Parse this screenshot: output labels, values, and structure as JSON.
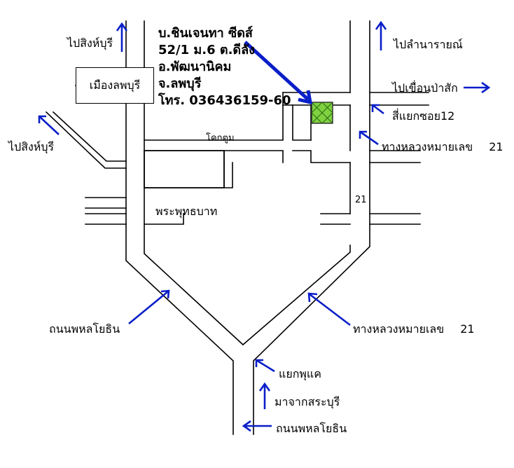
{
  "shop": {
    "name": "บ.ชินเจนทา ซีดส์",
    "address_line1": "52/1 ม.6 ต.ดีลัง",
    "address_line2": "อ.พัฒนานิคม",
    "address_line3": "จ.ลพบุรี",
    "phone": "โทร. 036436159-60",
    "marker_color": "#7fd140"
  },
  "labels": {
    "to_singburi_top": "ไปสิงห์บุรี",
    "to_singburi_left": "ไปสิงห์บุรี",
    "to_lamnarai": "ไปลำนารายณ์",
    "to_pasak_dam": "ไปเขื่อนป่าสัก",
    "soi12_junction": "สี่แยกซอย12",
    "highway21_top": "ทางหลวงหมายเลข",
    "highway21_top_num": "21",
    "highway21_mid": "21",
    "khoktum": "โคกตูม",
    "phraphutthabat": "พระพุทธบาท",
    "town_box": "เมืองลพบุรี",
    "phahon_left": "ถนนพหลโยธิน",
    "highway21_bottom": "ทางหลวงหมายเลข",
    "highway21_bottom_num": "21",
    "phukhae_junction": "แยกพุแค",
    "from_saraburi": "มาจากสระบุรี",
    "phahon_bottom": "ถนนพหลโยธิน"
  },
  "colors": {
    "arrow": "#0a1ec8",
    "road": "#000000"
  }
}
